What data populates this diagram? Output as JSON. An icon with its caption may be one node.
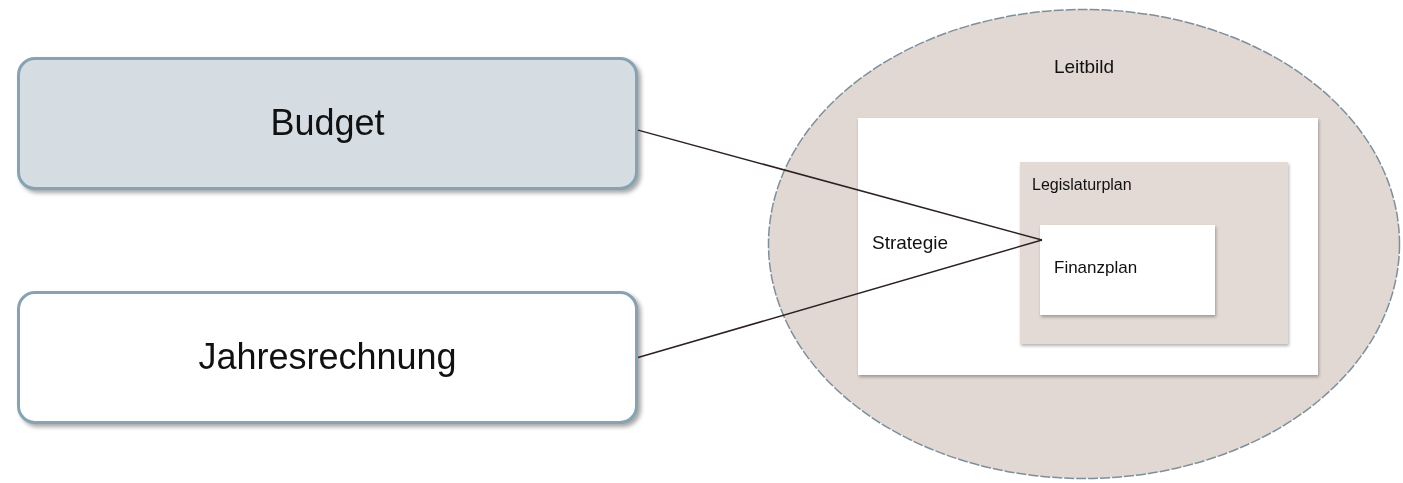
{
  "diagram": {
    "nodes": [
      {
        "text": [
          "Budget"
        ]
      },
      {
        "text": [
          "Jahresrechnung"
        ]
      },
      {
        "text": [
          "Leitbild"
        ]
      },
      {
        "text": [
          "Strategie"
        ],
        "in": 2
      },
      {
        "text": [
          "Legislaturplan"
        ],
        "in": 3
      },
      {
        "text": [
          "Finanzplan"
        ],
        "in": 4
      }
    ],
    "edges": [
      {
        "from": 0,
        "to": 5,
        "arrow": "none"
      },
      {
        "from": 1,
        "to": 5,
        "arrow": "none"
      }
    ]
  }
}
